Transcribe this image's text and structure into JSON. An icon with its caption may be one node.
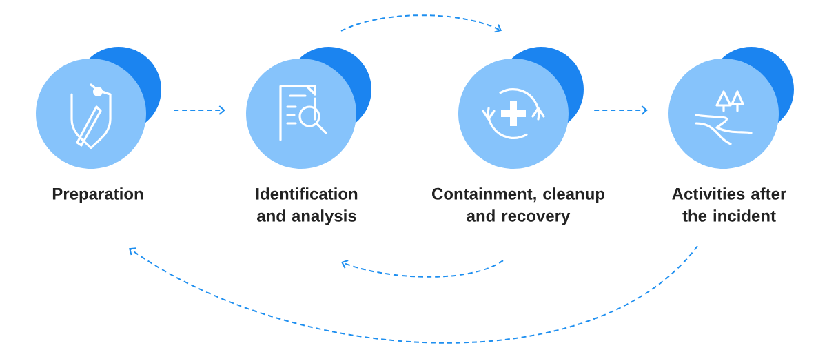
{
  "diagram": {
    "nodes": [
      {
        "text": [
          "Preparation"
        ]
      },
      {
        "text": [
          "Identification and analysis"
        ]
      },
      {
        "text": [
          "Containment, cleanup and recovery"
        ]
      },
      {
        "text": [
          "Activities after the incident"
        ]
      }
    ],
    "edges": [
      {
        "from": 0,
        "to": 1,
        "arrow": "to",
        "style": "dashed"
      },
      {
        "from": 1,
        "to": 2,
        "arrow": "to",
        "style": "dashed"
      },
      {
        "from": 2,
        "to": 3,
        "arrow": "to",
        "style": "dashed"
      },
      {
        "from": 2,
        "to": 1,
        "arrow": "to",
        "style": "dashed"
      },
      {
        "from": 3,
        "to": 0,
        "arrow": "to",
        "style": "dashed"
      }
    ]
  }
}
